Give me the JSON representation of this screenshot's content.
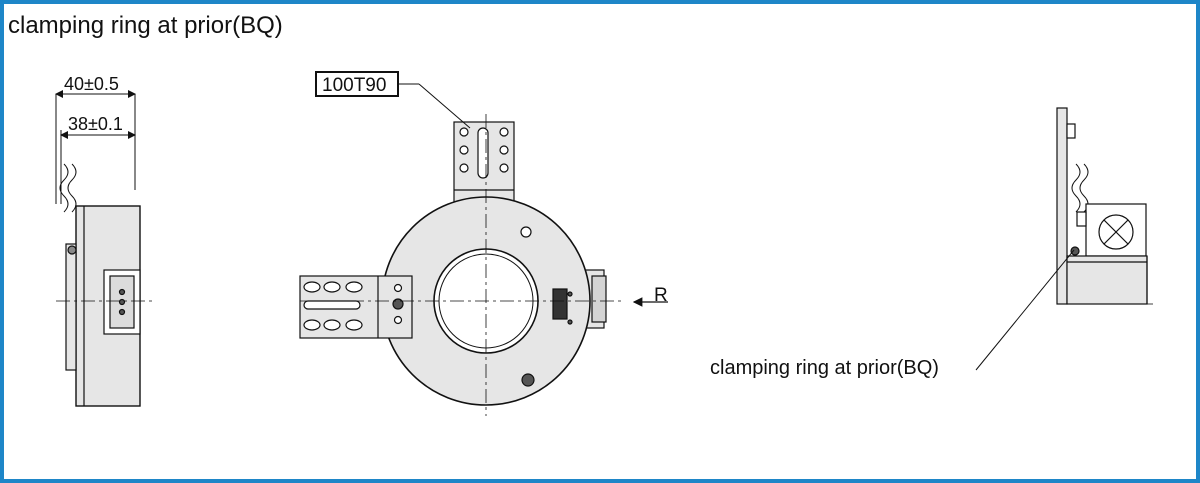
{
  "header": {
    "title": "clamping ring at prior(BQ)"
  },
  "dimensions": {
    "outer": "40±0.5",
    "inner": "38±0.1"
  },
  "front_view": {
    "bracket_label": "100T90",
    "direction_label": "R"
  },
  "right_view": {
    "callout": "clamping ring at prior(BQ)"
  },
  "colors": {
    "frame": "#1e86c8",
    "line": "#111111",
    "fill": "#e6e6e6"
  }
}
